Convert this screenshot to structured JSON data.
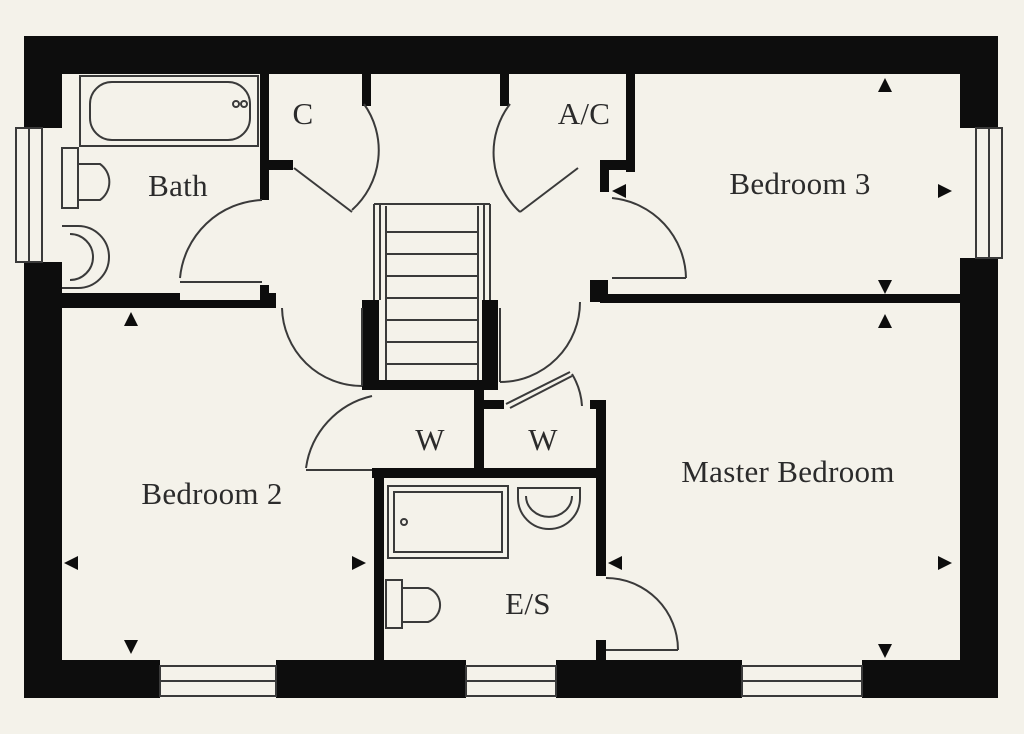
{
  "colors": {
    "background": "#f4f2ea",
    "wall": "#0d0d0d",
    "line": "#3a3a3a",
    "text": "#2b2b2b"
  },
  "rooms": {
    "bath": "Bath",
    "cupboard": "C",
    "airing_cupboard": "A/C",
    "bedroom_3": "Bedroom 3",
    "bedroom_2": "Bedroom 2",
    "wardrobe_left": "W",
    "wardrobe_right": "W",
    "master_bedroom": "Master Bedroom",
    "ensuite": "E/S"
  }
}
